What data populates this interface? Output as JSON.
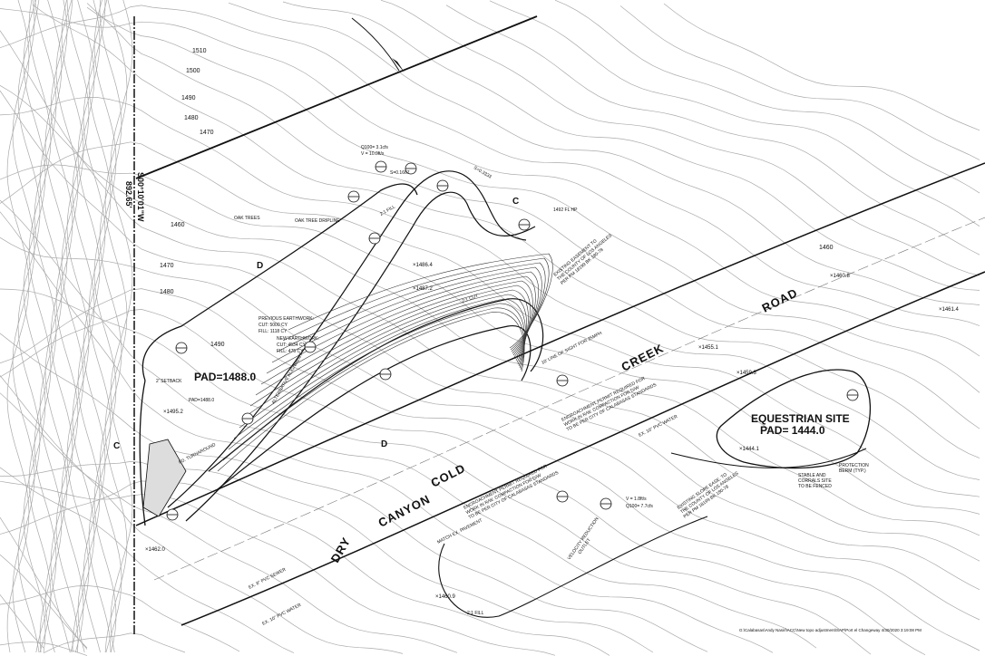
{
  "property": {
    "bearing": "S00°10'01\"W",
    "distance": "892.65'"
  },
  "pads": {
    "main_label": "PAD=1488.0",
    "alt_label": "PAD=1488.0",
    "equestrian_title": "EQUESTRIAN SITE",
    "equestrian_pad": "PAD= 1444.0"
  },
  "earthwork": {
    "previous_title": "PREVIOUS EARTHWORK:",
    "previous_cut": "CUT:  5000 CY",
    "previous_fill": "FILL:  1118 CY",
    "new_title": "NEW EARTHWORK:",
    "new_cut": "CUT:  4534 CY",
    "new_fill": "FILL:  475 CY"
  },
  "road_words": [
    "DRY",
    "CANYON",
    "COLD",
    "CREEK",
    "ROAD"
  ],
  "notes": {
    "setback": "2' SETBACK",
    "oak_trees": "OAK TREES",
    "oak_dripline": "OAK TREE DRIPLINE",
    "fl_hp": "1492 FL HP",
    "turnaround": "FD. TURNAROUND",
    "alt_alignment": "ALTERNATIVE ALIGNMENT",
    "stable": [
      "STABLE AND",
      "CORRALS SITE",
      "TO BE FENCED"
    ],
    "berm": [
      "PROTECTION",
      "BERM (TYP.)"
    ],
    "velocity": [
      "VELOCITY REDUCTION",
      "OUTLET"
    ],
    "easement_top": [
      "EXISTING EASEMENT TO",
      "THE COUNTY OF LOS ANGELES",
      "PER PM 18199 BK 180-78"
    ],
    "easement_bottom": [
      "EXISTING SLOPE EASE. TO",
      "THE COUNTY OF LOS ANGELES",
      "PER PM 18199 BK 180-78"
    ],
    "encroach_top": [
      "ENCROACHMENT PERMIT REQUIRED FOR",
      "WORK IN R/W. COMPACTION FOR D/W",
      "TO BE PER CITY OF CALABASAS STANDARDS"
    ],
    "encroach_bottom": [
      "ENCROACHMENT PERMIT REQUIRED FOR",
      "WORK IN R/W. COMPACTION FOR D/W",
      "TO BE PER CITY OF CALABASAS STANDARDS"
    ],
    "match_pavement": "MATCH EX. PAVEMENT",
    "sight_line": "10' LINE OF SIGHT FOR 35MPH",
    "q100_top": "Q100= 3.1cfs",
    "v_top": "V = 10.0ft/s",
    "slope1": "S=0.1667",
    "slope2": "S=0.3333",
    "fill_21": "2:1 FILL",
    "cut_21": "2:1 CUT",
    "fill_21b": "2:1 FILL",
    "q100_bottom": "Q100= 7.7cfs",
    "v_bottom": "V = 1.8ft/s",
    "sewer": "EX. 8\" PVC SEWER",
    "water1": "EX. 10\" PVC WATER",
    "water2": "EX. 10\" PVC WATER",
    "section_c": "C",
    "section_d": "D"
  },
  "contour_labels": [
    "1510",
    "1500",
    "1490",
    "1480",
    "1470",
    "1460",
    "1490",
    "1480",
    "1460",
    "1470"
  ],
  "spot_elevations": [
    "×1486.4",
    "×1487.2",
    "×1495.2",
    "×1444.1",
    "×1460.9",
    "×1459.3",
    "×1461.4",
    "×1460.8",
    "×1462.0",
    "×1455.1"
  ],
  "footer": "G:\\Calabasas\\Andy Nasiri\\ACC\\New topo adjustment\\SAP\\Port el Changeway 4/30/2020 3:19:08 PM"
}
